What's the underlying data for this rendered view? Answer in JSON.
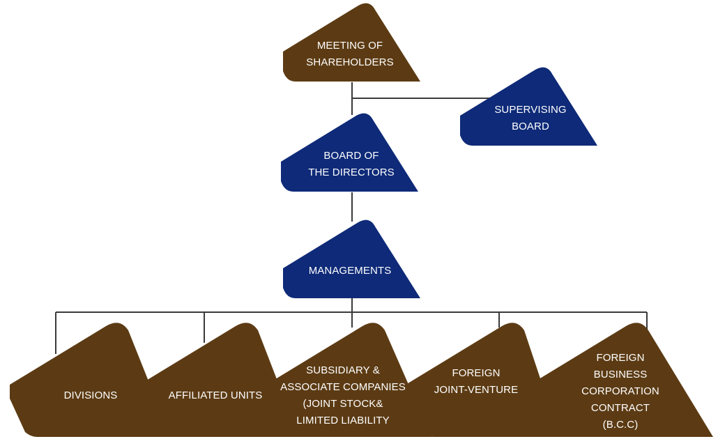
{
  "colors": {
    "brown": "#5c3b14",
    "navy": "#0e2a78",
    "line": "#3a3a3a",
    "text": "#ffffff"
  },
  "nodes": {
    "meeting_of_shareholders": "MEETING OF\nSHAREHOLDERS",
    "supervising_board": "SUPERVISING\nBOARD",
    "board_of_directors": "BOARD OF\nTHE DIRECTORS",
    "managements": "MANAGEMENTS",
    "divisions": "DIVISIONS",
    "affiliated_units": "AFFILIATED UNITS",
    "subsidiary_companies": "SUBSIDIARY &\nASSOCIATE COMPANIES\n(JOINT STOCK&\nLIMITED LIABILITY",
    "foreign_joint_venture": "FOREIGN\nJOINT-VENTURE",
    "foreign_bcc": "FOREIGN\nBUSINESS\nCORPORATION\nCONTRACT\n(B.C.C)"
  }
}
